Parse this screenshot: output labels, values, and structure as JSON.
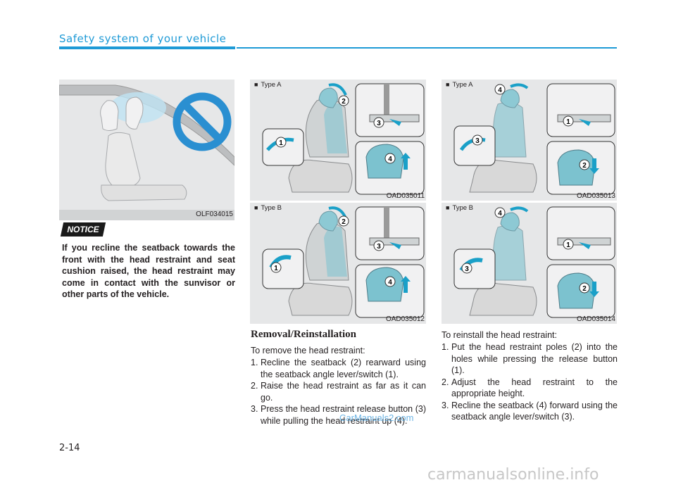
{
  "header": {
    "title": "Safety system of your vehicle"
  },
  "figures": {
    "f1": {
      "code": "OLF034015"
    },
    "f2": {
      "type": "Type A",
      "code": "OAD035011"
    },
    "f3": {
      "type": "Type B",
      "code": "OAD035012"
    },
    "f4": {
      "type": "Type A",
      "code": "OAD035013"
    },
    "f5": {
      "type": "Type B",
      "code": "OAD035014"
    }
  },
  "callouts": {
    "f2": [
      "1",
      "2",
      "3",
      "4"
    ],
    "f3": [
      "1",
      "2",
      "3",
      "4"
    ],
    "f4": [
      "1",
      "2",
      "3",
      "4"
    ],
    "f5": [
      "1",
      "2",
      "3",
      "4"
    ]
  },
  "notice": {
    "label": "NOTICE",
    "text": "If you recline the seatback towards the front with the head restraint and seat cushion raised, the head restraint may come in contact with the sunvisor or other parts of the vehicle."
  },
  "removal": {
    "title": "Removal/Reinstallation",
    "intro": "To remove the head restraint:",
    "steps": [
      {
        "num": "1.",
        "text": "Recline the seatback (2) rearward using the seatback angle lever/switch (1)."
      },
      {
        "num": "2.",
        "text": "Raise the head restraint as far as it can go."
      },
      {
        "num": "3.",
        "text": "Press the head restraint release button (3) while pulling the head restraint up (4)."
      }
    ]
  },
  "reinstall": {
    "intro": "To reinstall the head restraint:",
    "steps": [
      {
        "num": "1.",
        "text": "Put the head restraint poles (2) into the holes while pressing the release button (1)."
      },
      {
        "num": "2.",
        "text": "Adjust the head restraint to the appropriate height."
      },
      {
        "num": "3.",
        "text": "Recline the seatback (4) forward using the seatback angle lever/switch (3)."
      }
    ]
  },
  "page_number": "2-14",
  "watermark": "CarManuals2.com",
  "footer": "carmanualsonline.info",
  "colors": {
    "accent": "#1e9ad6",
    "arrow": "#1aa0c8",
    "prohibit": "#2a8fd1"
  }
}
